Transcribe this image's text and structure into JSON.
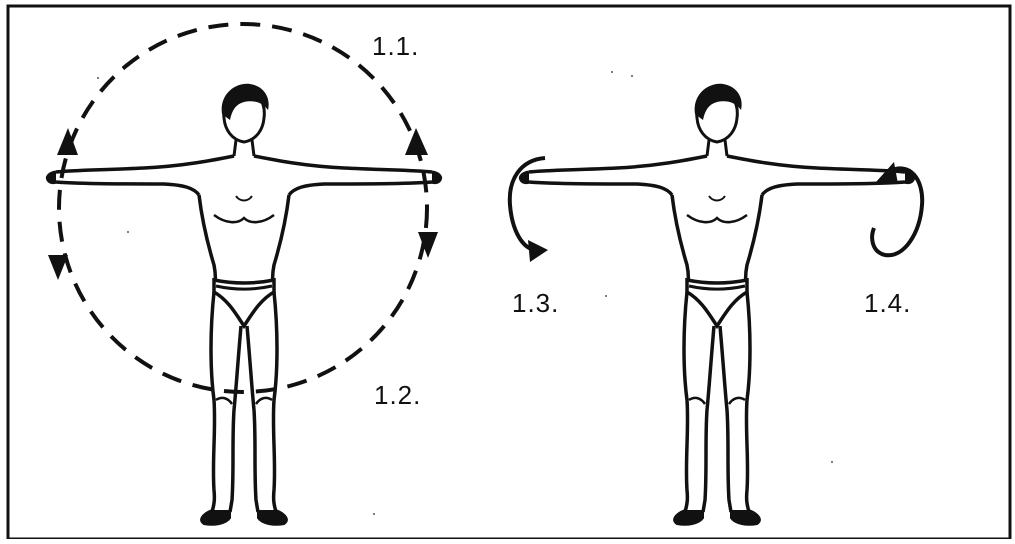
{
  "labels": {
    "l11": "1.1.",
    "l12": "1.2.",
    "l13": "1.3.",
    "l14": "1.4."
  },
  "colors": {
    "ink": "#111111",
    "paper": "#ffffff"
  },
  "figures": [
    {
      "name": "figure-left",
      "motion": "large-circle"
    },
    {
      "name": "figure-right",
      "motion": "small-hand-circles"
    }
  ]
}
